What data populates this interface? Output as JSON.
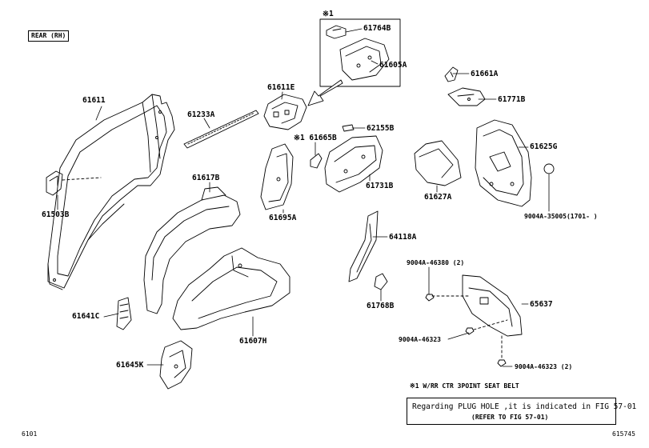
{
  "region_tag": "REAR (RH)",
  "star_marker": "※1",
  "labels": {
    "p61611": "61611",
    "p61233A": "61233A",
    "p61611E": "61611E",
    "p61764B": "61764B",
    "p61605A": "61605A",
    "p61661A": "61661A",
    "p61771B": "61771B",
    "p62155B": "62155B",
    "p61665B": "※1 61665B",
    "p61625G": "61625G",
    "p61731B": "61731B",
    "p61627A": "61627A",
    "p61695A": "61695A",
    "p61503B": "61503B",
    "p61617B": "61617B",
    "p9004A35005": "9004A-35005(1701-    )",
    "p64118A": "64118A",
    "p9004A46380": "9004A-46380 (2)",
    "p65637": "65637",
    "p61768B": "61768B",
    "p61641C": "61641C",
    "p61607H": "61607H",
    "p9004A46323a": "9004A-46323",
    "p9004A46323b": "9004A-46323 (2)",
    "p61645K": "61645K"
  },
  "footnote": "※1 W/RR CTR 3POINT SEAT BELT",
  "note": {
    "line1": "Regarding PLUG HOLE ,it is indicated in FIG 57-01",
    "line2": "(REFER TO FIG 57-01)"
  },
  "footer": {
    "left_code": "6101",
    "right_code": "615745"
  }
}
